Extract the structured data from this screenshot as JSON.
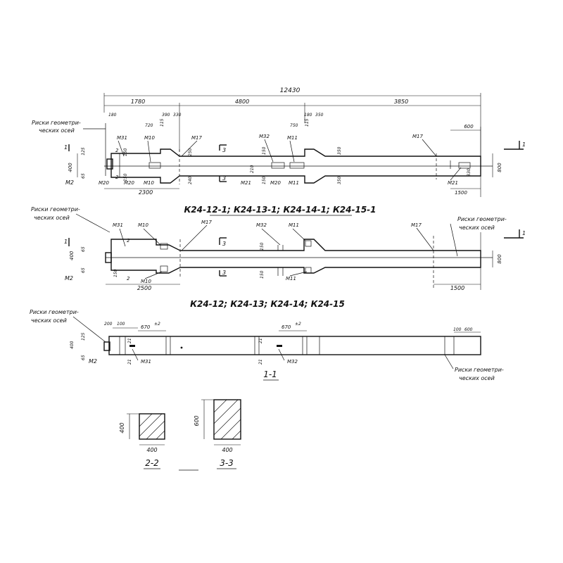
{
  "top_view": {
    "overall_dim": "12430",
    "segment_dims": [
      "1780",
      "4800",
      "3850"
    ],
    "small_dims": {
      "d180": "180",
      "d720": "720",
      "d390": "390",
      "d330": "330",
      "d115": "115",
      "d180b": "180",
      "d350": "350",
      "d750": "750",
      "d115b": "115",
      "d600": "600",
      "d2300": "2300",
      "d1500": "1500",
      "d400": "400",
      "d65": "65",
      "d125": "125",
      "d250": "250",
      "d240": "240",
      "d210": "210",
      "d150": "150",
      "d150b": "150",
      "d350b": "350",
      "d350c": "350",
      "d800": "800",
      "d830": "830",
      "d150c": "150",
      "d150d": "150"
    },
    "marks": {
      "m31": "M31",
      "m10": "M10",
      "m17": "M17",
      "m32": "M32",
      "m11": "M11",
      "m17b": "M17",
      "m2": "M2",
      "m20": "M20",
      "m20b": "M20",
      "m10b": "M10",
      "m21": "M21",
      "m20c": "M20",
      "m11b": "M11",
      "m21b": "M21"
    },
    "section_marks": {
      "s3a": "3",
      "s3b": "3",
      "s2a": "2",
      "s2b": "2",
      "s1a": "1",
      "s1b": "1"
    },
    "axis_label_1": "Риски геометри-",
    "axis_label_2": "ческих осей",
    "caption": "К24-12-1; К24-13-1; К24-14-1; К24-15-1"
  },
  "mid_view": {
    "axis_label_1": "Риски геометри-",
    "axis_label_2": "ческих осей",
    "right_label_1": "Риски геометри-",
    "right_label_2": "ческих осей",
    "marks": {
      "m31": "M31",
      "m10": "M10",
      "m17": "M17",
      "m32": "M32",
      "m11": "M11",
      "m17b": "M17",
      "m2": "M2",
      "m10b": "M10",
      "m11b": "M11"
    },
    "dims": {
      "d65": "65",
      "d400": "400",
      "d65b": "65",
      "d150": "150",
      "d150b": "150",
      "d150c": "150",
      "d2500": "2500",
      "d1500": "1500",
      "d800": "800"
    },
    "section_marks": {
      "s3a": "3",
      "s3b": "3",
      "s2a": "2",
      "s2b": "2",
      "s1a": "1",
      "s1b": "1"
    },
    "caption": "К24-12; К24-13; К24-14; К24-15"
  },
  "side_view": {
    "axis_label_1": "Риски геометри-",
    "axis_label_2": "ческих осей",
    "right_label_1": "Риски геометри-",
    "right_label_2": "ческих осей",
    "dims": {
      "d200": "200",
      "d100": "100",
      "d670a": "670",
      "d670b": "670",
      "tol": "±2",
      "tol2": "±2",
      "d100b": "100",
      "d600": "600",
      "d400": "400",
      "d125": "125",
      "d65": "65",
      "d21a": "21",
      "d21b": "21",
      "d21c": "21",
      "d21d": "21"
    },
    "marks": {
      "m2": "M2",
      "m31": "M31",
      "m32": "M32"
    },
    "caption": "1-1"
  },
  "section_2_2": {
    "height_dim": "400",
    "width_dim": "400",
    "caption": "2-2"
  },
  "section_3_3": {
    "height_dim": "600",
    "width_dim": "400",
    "caption": "3-3"
  }
}
